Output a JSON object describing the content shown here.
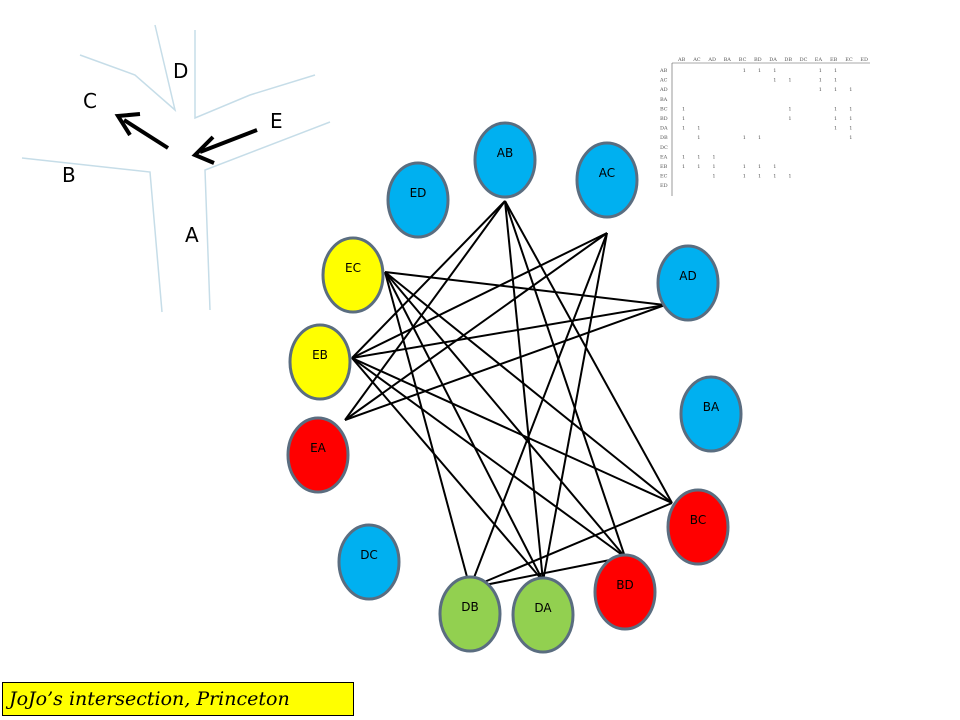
{
  "roads": {
    "labels": [
      "A",
      "B",
      "C",
      "D",
      "E"
    ]
  },
  "colors": {
    "blue": "#00b0f0",
    "yellow": "#ffff00",
    "red": "#ff0000",
    "green": "#92d050",
    "outline": "#5a6d80",
    "road": "#c6dde8",
    "caption_bg": "#ffff00"
  },
  "nodes": [
    {
      "id": "AB",
      "color": "blue"
    },
    {
      "id": "AC",
      "color": "blue"
    },
    {
      "id": "AD",
      "color": "blue"
    },
    {
      "id": "BA",
      "color": "blue"
    },
    {
      "id": "BC",
      "color": "red"
    },
    {
      "id": "BD",
      "color": "red"
    },
    {
      "id": "DA",
      "color": "green"
    },
    {
      "id": "DB",
      "color": "green"
    },
    {
      "id": "DC",
      "color": "blue"
    },
    {
      "id": "EA",
      "color": "red"
    },
    {
      "id": "EB",
      "color": "yellow"
    },
    {
      "id": "EC",
      "color": "yellow"
    },
    {
      "id": "ED",
      "color": "blue"
    }
  ],
  "edges": [
    [
      "AB",
      "EB"
    ],
    [
      "AB",
      "EA"
    ],
    [
      "AB",
      "BC"
    ],
    [
      "AB",
      "BD"
    ],
    [
      "AB",
      "DA"
    ],
    [
      "AC",
      "EB"
    ],
    [
      "AC",
      "EA"
    ],
    [
      "AC",
      "DB"
    ],
    [
      "AC",
      "DA"
    ],
    [
      "AD",
      "EC"
    ],
    [
      "AD",
      "EB"
    ],
    [
      "AD",
      "EA"
    ],
    [
      "EC",
      "BC"
    ],
    [
      "EC",
      "BD"
    ],
    [
      "EC",
      "DB"
    ],
    [
      "EC",
      "DA"
    ],
    [
      "EB",
      "BC"
    ],
    [
      "EB",
      "BD"
    ],
    [
      "EB",
      "DA"
    ],
    [
      "BD",
      "DB"
    ],
    [
      "BC",
      "DB"
    ]
  ],
  "matrix": {
    "headers": [
      "AB",
      "AC",
      "AD",
      "BA",
      "BC",
      "BD",
      "DA",
      "DB",
      "DC",
      "EA",
      "EB",
      "EC",
      "ED"
    ],
    "rows": [
      "AB",
      "AC",
      "AD",
      "BA",
      "BC",
      "BD",
      "DA",
      "DB",
      "DC",
      "EA",
      "EB",
      "EC",
      "ED"
    ]
  },
  "caption": "JoJo’s intersection, Princeton"
}
